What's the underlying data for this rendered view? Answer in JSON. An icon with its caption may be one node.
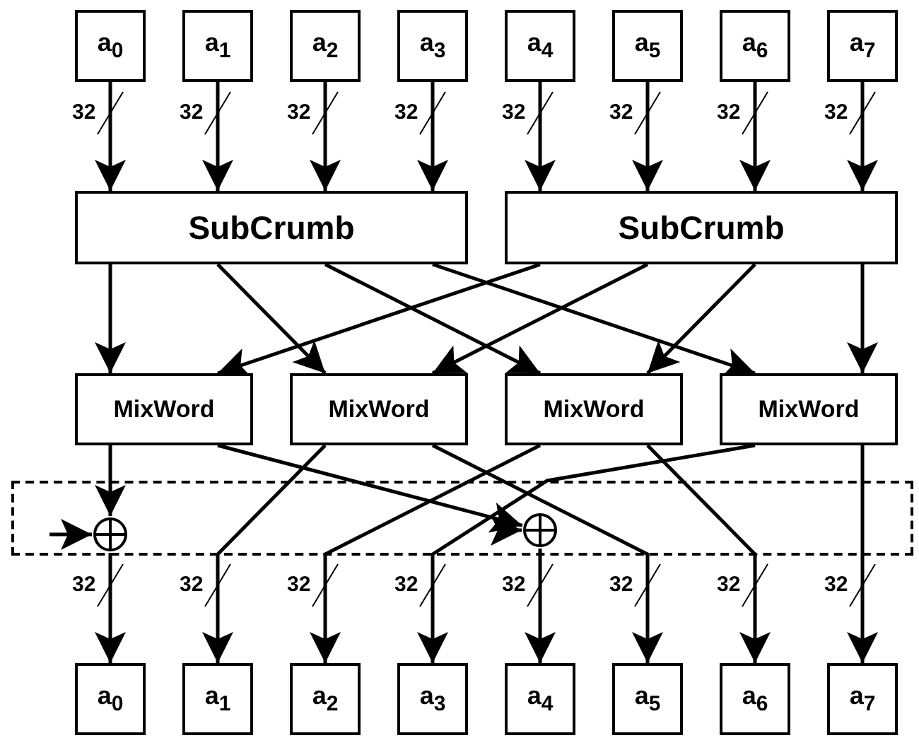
{
  "diagram": {
    "nodes": [
      {
        "text": [
          "a$_{0}$"
        ]
      },
      {
        "text": [
          "a$_{1}$"
        ]
      },
      {
        "text": [
          "a$_{2}$"
        ]
      },
      {
        "text": [
          "a$_{3}$"
        ]
      },
      {
        "text": [
          "a$_{4}$"
        ]
      },
      {
        "text": [
          "a$_{5}$"
        ]
      },
      {
        "text": [
          "a$_{6}$"
        ]
      },
      {
        "text": [
          "a$_{7}$"
        ]
      },
      {
        "text": [
          "SubCrumb"
        ]
      },
      {
        "text": [
          "SubCrumb"
        ]
      },
      {
        "text": [
          "MixWord"
        ]
      },
      {
        "text": [
          "MixWord"
        ]
      },
      {
        "text": [
          "MixWord"
        ]
      },
      {
        "text": [
          "MixWord"
        ]
      },
      {
        "text": [],
        "shape": "box"
      },
      {
        "text": [],
        "shape": "circle",
        "in": 14
      },
      {
        "text": [],
        "shape": "circle",
        "in": 14
      },
      {
        "text": [
          "a$_{0}$"
        ]
      },
      {
        "text": [
          "a$_{1}$"
        ]
      },
      {
        "text": [
          "a$_{2}$"
        ]
      },
      {
        "text": [
          "a$_{3}$"
        ]
      },
      {
        "text": [
          "a$_{4}$"
        ]
      },
      {
        "text": [
          "a$_{5}$"
        ]
      },
      {
        "text": [
          "a$_{6}$"
        ]
      },
      {
        "text": [
          "a$_{7}$"
        ]
      }
    ],
    "edges": [
      {
        "from": 0,
        "to": 8,
        "arrow": "to",
        "label": "32"
      },
      {
        "from": 1,
        "to": 8,
        "arrow": "to",
        "label": "32"
      },
      {
        "from": 2,
        "to": 8,
        "arrow": "to",
        "label": "32"
      },
      {
        "from": 3,
        "to": 8,
        "arrow": "to",
        "label": "32"
      },
      {
        "from": 4,
        "to": 9,
        "arrow": "to",
        "label": "32"
      },
      {
        "from": 5,
        "to": 9,
        "arrow": "to",
        "label": "32"
      },
      {
        "from": 6,
        "to": 9,
        "arrow": "to",
        "label": "32"
      },
      {
        "from": 7,
        "to": 9,
        "arrow": "to",
        "label": "32"
      },
      {
        "from": 8,
        "to": 10,
        "arrow": "to"
      },
      {
        "from": 8,
        "to": 11,
        "arrow": "to"
      },
      {
        "from": 8,
        "to": 12,
        "arrow": "to"
      },
      {
        "from": 8,
        "to": 13,
        "arrow": "to"
      },
      {
        "from": 9,
        "to": 10,
        "arrow": "to"
      },
      {
        "from": 9,
        "to": 11,
        "arrow": "to"
      },
      {
        "from": 9,
        "to": 12,
        "arrow": "to"
      },
      {
        "from": 9,
        "to": 13,
        "arrow": "to"
      },
      {
        "from": 10,
        "to": 15,
        "arrow": "to"
      },
      {
        "from": 10,
        "to": 16,
        "arrow": "to"
      },
      {
        "from": 11,
        "to": 18,
        "arrow": "to",
        "label": "32"
      },
      {
        "from": 11,
        "to": 22,
        "arrow": "to",
        "label": "32"
      },
      {
        "from": 12,
        "to": 19,
        "arrow": "to",
        "label": "32"
      },
      {
        "from": 12,
        "to": 23,
        "arrow": "to",
        "label": "32"
      },
      {
        "from": 13,
        "to": 20,
        "arrow": "to",
        "label": "32"
      },
      {
        "from": 13,
        "to": 24,
        "arrow": "to",
        "label": "32"
      },
      {
        "from": 15,
        "to": 17,
        "arrow": "to",
        "label": "32"
      },
      {
        "from": 16,
        "to": 21,
        "arrow": "to",
        "label": "32"
      },
      {
        "from": null,
        "to": 15,
        "arrow": "to"
      },
      {
        "from": null,
        "to": 16,
        "arrow": "to"
      }
    ]
  }
}
